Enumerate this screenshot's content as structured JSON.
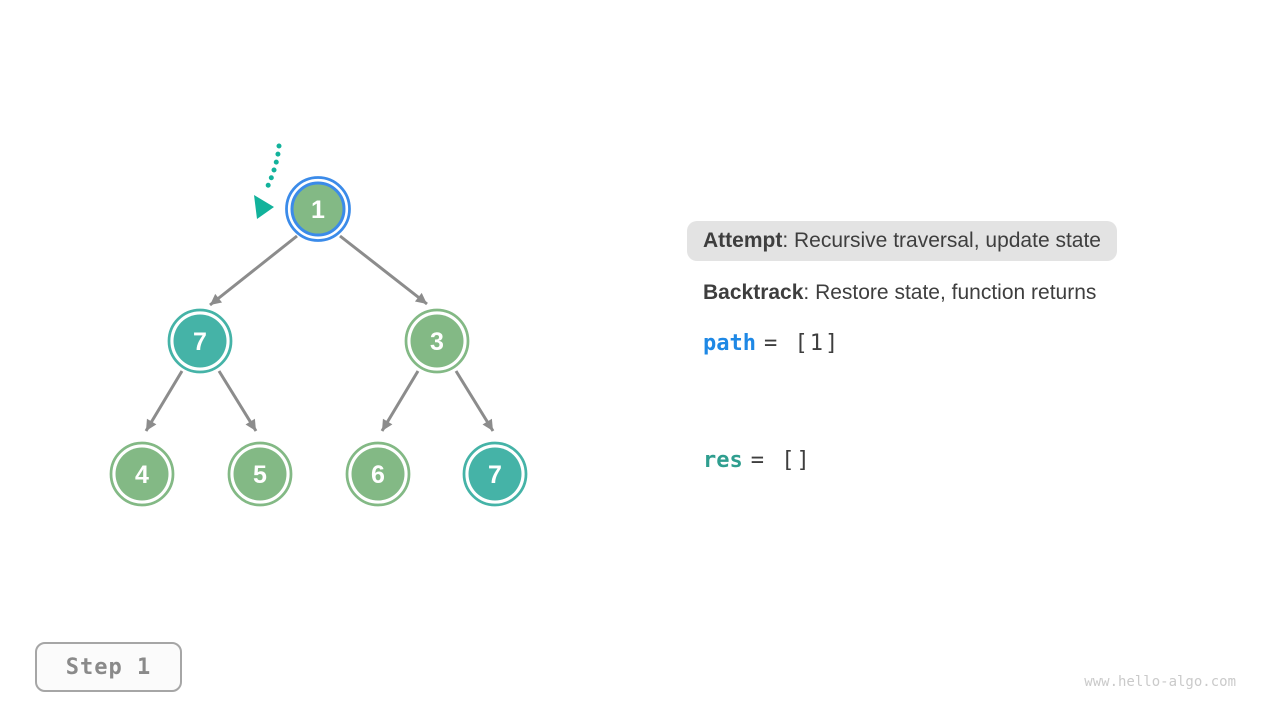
{
  "colors": {
    "node_green": "#83B985",
    "node_teal": "#45B3A7",
    "highlight_blue": "#3B8BE9",
    "node_text": "#FFFFFF",
    "edge_gray": "#8C8C8C",
    "pointer_teal": "#12B29B",
    "text_dark": "#3E3E3E",
    "path_blue": "#1E88E5",
    "res_teal": "#2F9E8F",
    "pill_bg": "#E3E3E3",
    "step_text": "#8A8A8A",
    "step_border": "#A6A6A6",
    "step_bg": "#FBFBFB",
    "watermark_gray": "#CACACA"
  },
  "tree": {
    "nodes": [
      {
        "value": "1",
        "variant": "green",
        "highlighted": true
      },
      {
        "value": "7",
        "variant": "teal",
        "highlighted": false
      },
      {
        "value": "3",
        "variant": "green",
        "highlighted": false
      },
      {
        "value": "4",
        "variant": "green",
        "highlighted": false
      },
      {
        "value": "5",
        "variant": "green",
        "highlighted": false
      },
      {
        "value": "6",
        "variant": "green",
        "highlighted": false
      },
      {
        "value": "7",
        "variant": "teal",
        "highlighted": false
      }
    ],
    "edges": [
      [
        0,
        1
      ],
      [
        0,
        2
      ],
      [
        1,
        3
      ],
      [
        1,
        4
      ],
      [
        2,
        5
      ],
      [
        2,
        6
      ]
    ],
    "pointer_target_node_index": 0
  },
  "panel": {
    "attempt_label": "Attempt",
    "attempt_rest": ": Recursive traversal, update state",
    "backtrack_label": "Backtrack",
    "backtrack_rest": ": Restore state, function returns",
    "path_var": "path",
    "path_value": "= [1]",
    "res_var": "res",
    "res_value": "= []"
  },
  "footer": {
    "step_label": "Step 1",
    "watermark": "www.hello-algo.com"
  }
}
